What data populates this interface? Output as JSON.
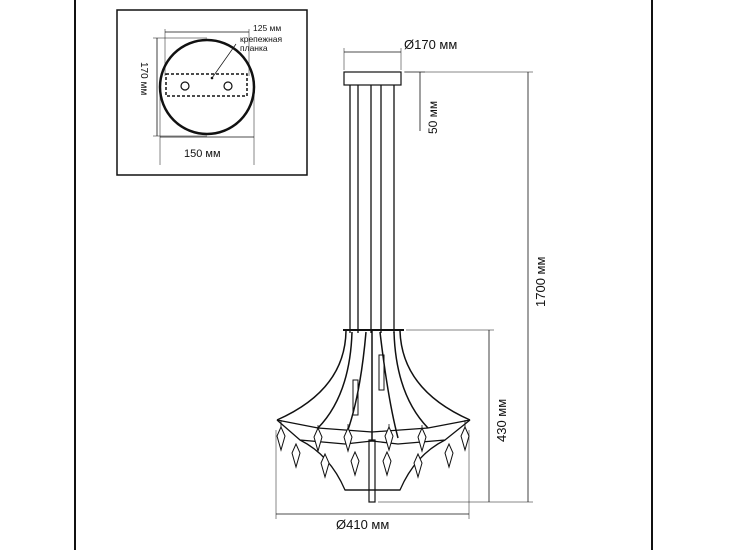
{
  "inset": {
    "bracket_width": "125 мм",
    "bracket_label_line1": "крепежная",
    "bracket_label_line2": "планка",
    "height": "170 мм",
    "width": "150 мм"
  },
  "dimensions": {
    "canopy_diameter": "Ø170 мм",
    "canopy_height": "50 мм",
    "total_height": "1700 мм",
    "body_height": "430 мм",
    "body_diameter": "Ø410 мм"
  }
}
